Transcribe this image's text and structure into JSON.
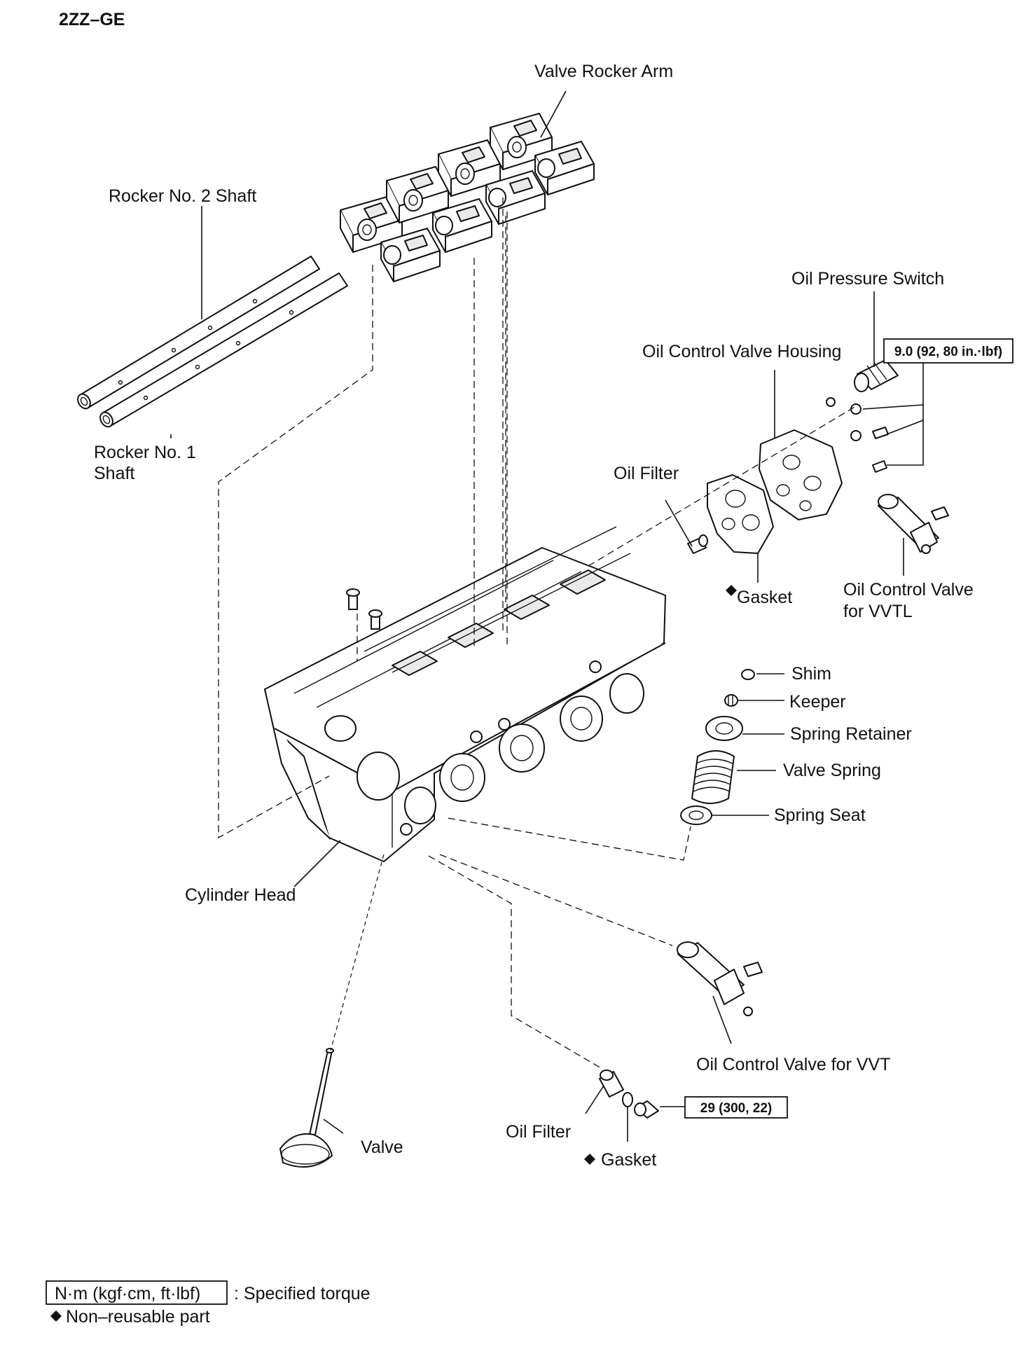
{
  "header": {
    "engine_code": "2ZZ–GE"
  },
  "labels": {
    "valve_rocker_arm": "Valve Rocker Arm",
    "rocker_no2_shaft": "Rocker No. 2 Shaft",
    "rocker_no1_shaft_line1": "Rocker No. 1",
    "rocker_no1_shaft_line2": "Shaft",
    "oil_pressure_switch": "Oil Pressure Switch",
    "oil_control_valve_housing": "Oil Control Valve Housing",
    "oil_filter_upper": "Oil Filter",
    "gasket_upper": "Gasket",
    "ocv_vvtl_line1": "Oil Control Valve",
    "ocv_vvtl_line2": "for VVTL",
    "shim": "Shim",
    "keeper": "Keeper",
    "spring_retainer": "Spring Retainer",
    "valve_spring": "Valve Spring",
    "spring_seat": "Spring Seat",
    "cylinder_head": "Cylinder Head",
    "ocv_vvt": "Oil Control Valve for VVT",
    "oil_filter_lower": "Oil Filter",
    "gasket_lower": "Gasket",
    "valve": "Valve"
  },
  "torque": {
    "oil_pressure_switch": "9.0 (92, 80 in.·lbf)",
    "ocv_vvt_plug": "29 (300, 22)"
  },
  "legend": {
    "torque_box": "N·m (kgf·cm, ft·lbf)",
    "torque_desc": ": Specified torque",
    "non_reusable": "Non–reusable part"
  }
}
